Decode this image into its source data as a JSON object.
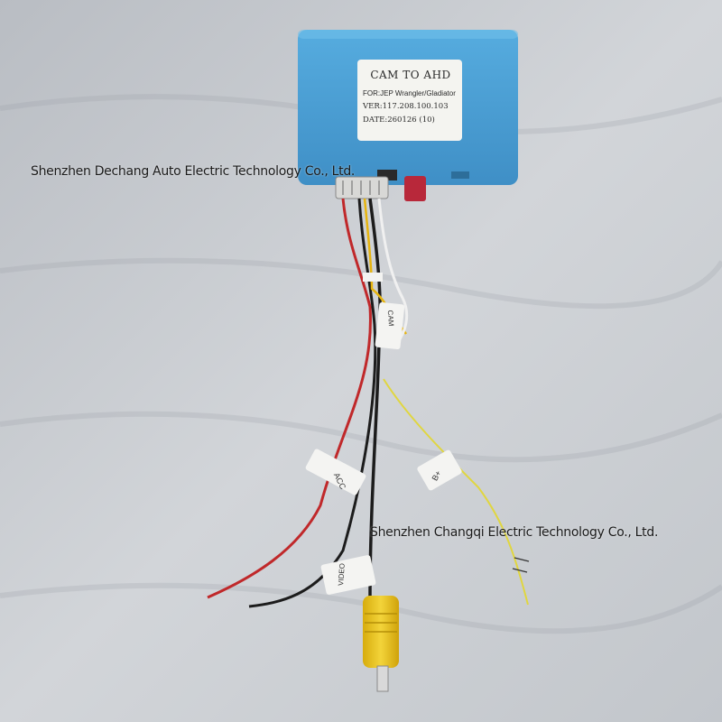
{
  "device_label": {
    "title": "CAM TO AHD",
    "model": "FOR:JEP Wrangler/Gladiator",
    "version": "VER:117.208.100.103",
    "date": "DATE:260126 (10)"
  },
  "wire_tags": {
    "b_plus": "B+",
    "acc": "ACC",
    "cam": "CAM",
    "video": "VIDEO"
  },
  "watermarks": {
    "top": "Shenzhen Dechang Auto Electric Technology Co., Ltd.",
    "bottom": "Shenzhen Changqi Electric Technology Co., Ltd."
  },
  "colors": {
    "background_fabric": "#c9cdd2",
    "module_housing": "#4a9fd4",
    "wire_red": "#c0282a",
    "wire_black": "#1c1c1c",
    "wire_yellow": "#e0d640",
    "rca_plug_yellow": "#e8c21a",
    "rf_connector": "#b8283a"
  }
}
